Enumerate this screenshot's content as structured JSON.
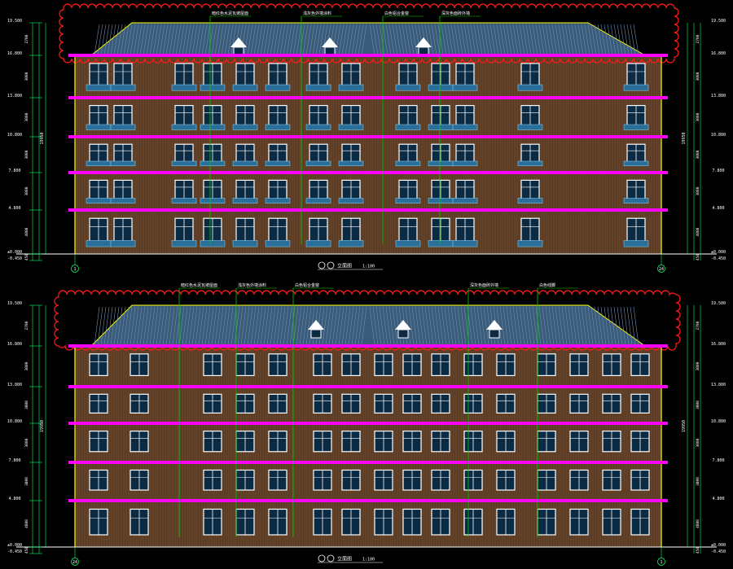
{
  "colors": {
    "background": "#000000",
    "wall": "#5a3a22",
    "wall_line": "#8b6a48",
    "floor_line": "#ff00ff",
    "outline": "#ffff00",
    "window": "#ffffff",
    "window_glass": "#0b2a44",
    "balcony": "#2a6f9a",
    "roof": "#3a5a7a",
    "cloud": "#ff1a1a",
    "leader": "#00cc00",
    "dim": "#00ff66",
    "text": "#ffffff"
  },
  "drawings": [
    {
      "id": "upper",
      "title_text": "立面图",
      "scale_text": "1:100",
      "grid_left": "1",
      "grid_right": "24",
      "level_labels_left": [
        "19.500",
        "16.800",
        "13.800",
        "10.800",
        "7.800",
        "4.800",
        "±0.000",
        "-0.450"
      ],
      "level_labels_right": [
        "19.500",
        "16.800",
        "13.800",
        "10.800",
        "7.800",
        "4.800",
        "±0.000",
        "-0.450"
      ],
      "dim_labels_left": [
        "2700",
        "3000",
        "3000",
        "3000",
        "3000",
        "4800",
        "450"
      ],
      "dim_labels_right": [
        "2700",
        "3000",
        "3000",
        "3000",
        "3000",
        "4800",
        "450"
      ],
      "total_dim_left": "19950",
      "total_dim_right": "19950",
      "callouts": [
        "暗红色水泥瓦坡屋面",
        "浅灰色外墙涂料",
        "白色铝合金窗",
        "深灰色面砖外墙"
      ]
    },
    {
      "id": "lower",
      "title_text": "立面图",
      "scale_text": "1:100",
      "grid_left": "24",
      "grid_right": "1",
      "level_labels_left": [
        "19.500",
        "16.800",
        "13.800",
        "10.800",
        "7.800",
        "4.800",
        "±0.000",
        "-0.450"
      ],
      "level_labels_right": [
        "19.500",
        "16.800",
        "13.800",
        "10.800",
        "7.800",
        "4.800",
        "±0.000",
        "-0.450"
      ],
      "dim_labels_left": [
        "2700",
        "3000",
        "3000",
        "3000",
        "3000",
        "4800",
        "450"
      ],
      "dim_labels_right": [
        "2700",
        "3000",
        "3000",
        "3000",
        "3000",
        "4800",
        "450"
      ],
      "total_dim_left": "19950",
      "total_dim_right": "19950",
      "callouts": [
        "暗红色水泥瓦坡屋面",
        "浅灰色外墙涂料",
        "白色铝合金窗",
        "深灰色面砖外墙",
        "白色线脚"
      ]
    }
  ]
}
